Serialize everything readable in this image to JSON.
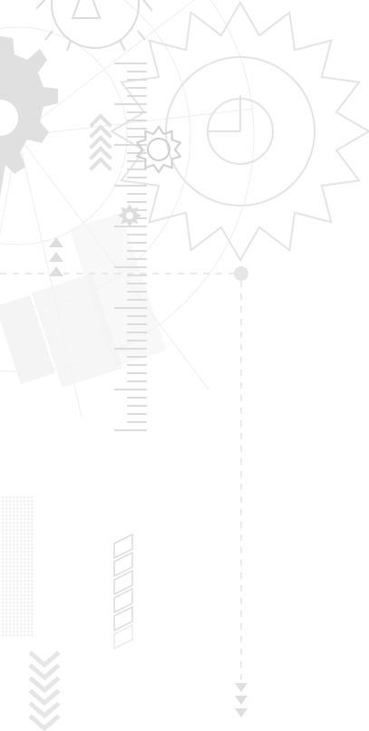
{
  "background": {
    "color": "#ffffff",
    "pattern": "technical-gears-background",
    "line_color": "#e9e9e9",
    "fill_light": "#f3f3f3",
    "fill_mid": "#e1e1e1",
    "fill_dark": "#d9d9d9",
    "icons": [
      "large-gear-outline-icon",
      "partial-solid-gear-icon",
      "small-gear-icon",
      "tiny-gear-icon",
      "chevron-up-stack-icon",
      "triangle-up-stack-icon",
      "triangle-down-stack-icon",
      "chevron-down-stack-icon",
      "ruler-scale",
      "parallelogram-stack",
      "dot-grid"
    ]
  }
}
